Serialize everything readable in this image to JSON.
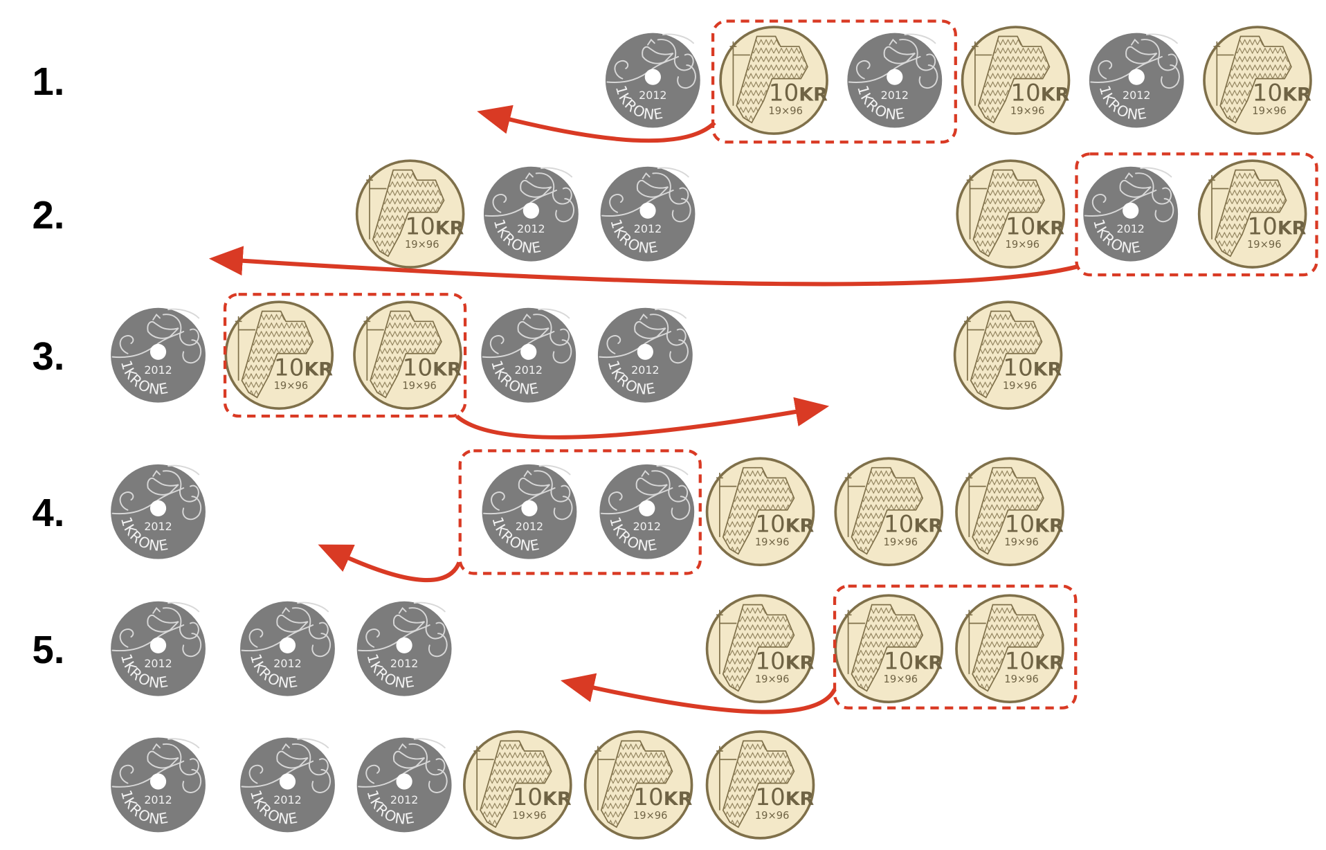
{
  "coin_text": {
    "krone_year": "2012",
    "krone_value": "1KRONE",
    "tenkr_value": "10",
    "tenkr_unit": "KR",
    "tenkr_year": "19×96"
  },
  "colors": {
    "accent": "#d93a24",
    "gray_coin": "#7c7c7c",
    "gold_coin": "#f3e8c8",
    "gold_rim": "#7f704a"
  },
  "rows": [
    {
      "label": "1.",
      "coins": [
        "gray",
        "gold",
        "gray",
        "gold",
        "gray",
        "gold"
      ],
      "selected": [
        1,
        2
      ],
      "move": "left"
    },
    {
      "label": "2.",
      "coins": [
        "gold",
        "gray",
        "gray",
        "gold",
        "gray",
        "gold"
      ],
      "selected": [
        4,
        5
      ],
      "move": "left"
    },
    {
      "label": "3.",
      "coins": [
        "gray",
        "gold",
        "gold",
        "gray",
        "gray",
        "gold"
      ],
      "selected": [
        1,
        2
      ],
      "move": "right"
    },
    {
      "label": "4.",
      "coins": [
        "gray",
        "gray",
        "gray",
        "gold",
        "gold",
        "gold"
      ],
      "selected": [
        1,
        2
      ],
      "move": "left"
    },
    {
      "label": "5.",
      "coins": [
        "gray",
        "gray",
        "gray",
        "gold",
        "gold",
        "gold"
      ],
      "selected": [
        4,
        5
      ],
      "move": "left"
    },
    {
      "label": "",
      "coins": [
        "gray",
        "gray",
        "gray",
        "gold",
        "gold",
        "gold"
      ],
      "selected": [],
      "move": ""
    }
  ]
}
